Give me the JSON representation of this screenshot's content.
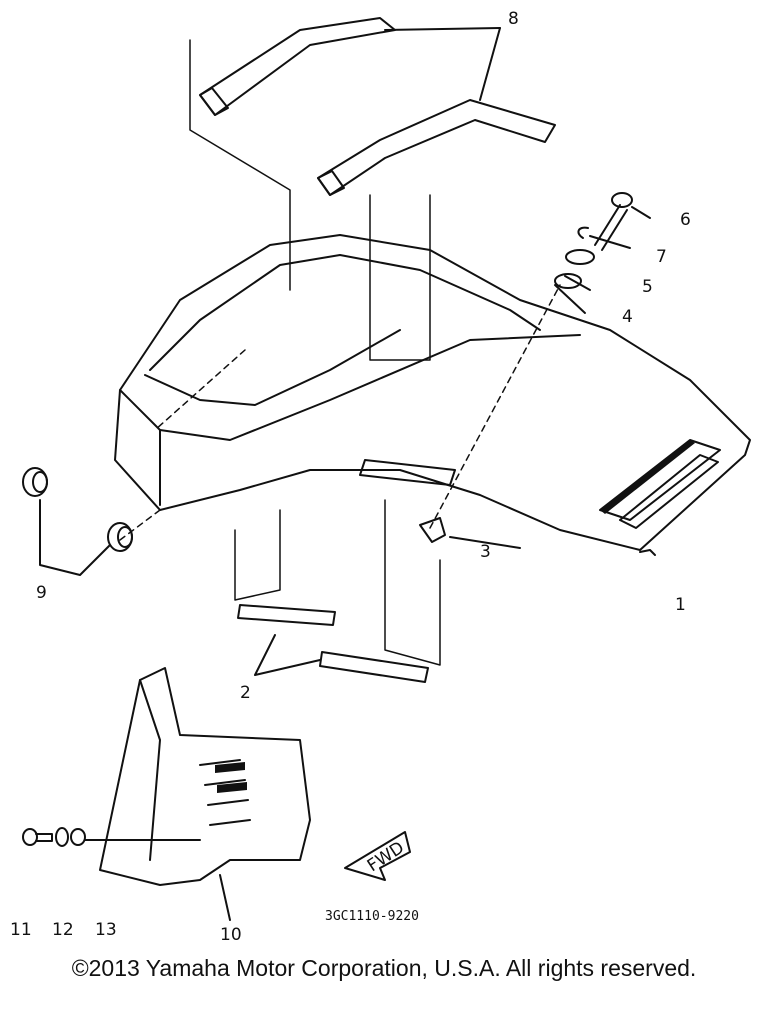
{
  "diagram": {
    "part_labels": [
      "1",
      "2",
      "3",
      "4",
      "5",
      "6",
      "7",
      "8",
      "9",
      "10",
      "11",
      "12",
      "13"
    ],
    "drawing_code": "3GC1110-9220",
    "direction_marker": "FWD"
  },
  "footer": {
    "copyright": "©2013 Yamaha Motor Corporation, U.S.A. All rights reserved."
  }
}
